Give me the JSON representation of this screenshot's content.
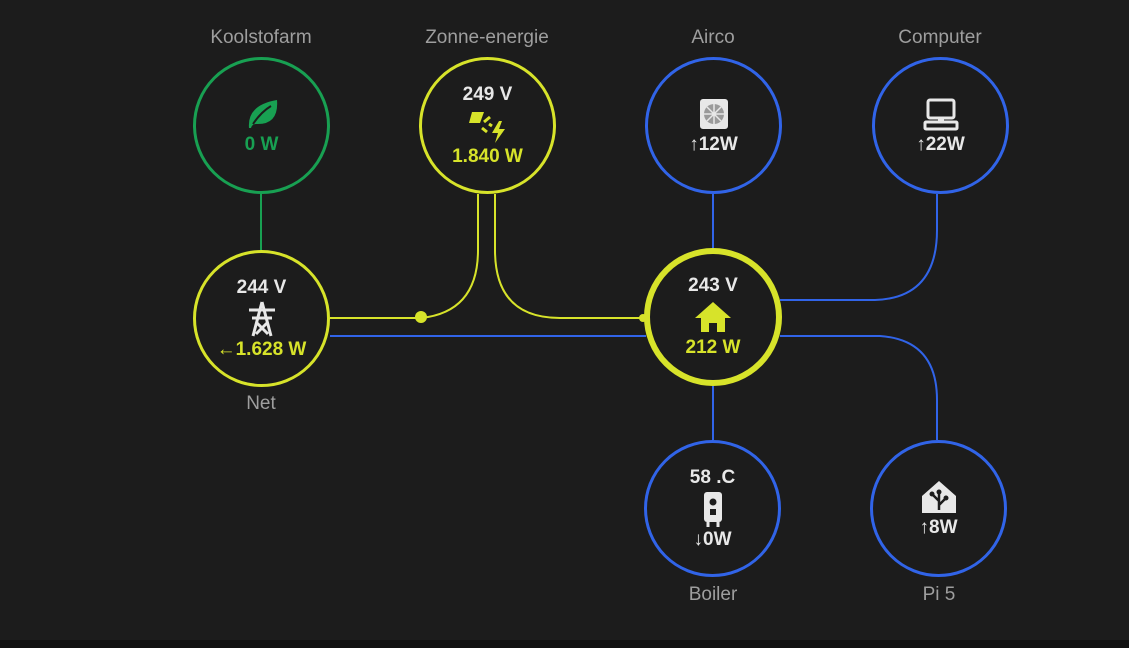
{
  "colors": {
    "background": "#1c1c1c",
    "grid": "#d7e32a",
    "solar": "#d7e32a",
    "low_carbon": "#18a052",
    "individual": "#3164e8",
    "label": "#9e9e9e"
  },
  "nodes": {
    "low_carbon": {
      "label": "Koolstofarm",
      "value": "0 W",
      "icon": "leaf-icon"
    },
    "solar": {
      "label": "Zonne-energie",
      "voltage": "249 V",
      "value": "1.840 W",
      "icon": "solar-power-icon"
    },
    "airco": {
      "label": "Airco",
      "value": "↑12W",
      "icon": "air-conditioner-icon"
    },
    "computer": {
      "label": "Computer",
      "value": "↑22W",
      "icon": "desktop-computer-icon"
    },
    "grid": {
      "label": "Net",
      "voltage": "244 V",
      "value": "←1.628 W",
      "icon": "transmission-tower-icon"
    },
    "home": {
      "voltage": "243 V",
      "value": "212 W",
      "icon": "home-icon"
    },
    "boiler": {
      "label": "Boiler",
      "temperature": "58 .C",
      "value": "↓0W",
      "icon": "water-boiler-icon"
    },
    "pi5": {
      "label": "Pi 5",
      "value": "↑8W",
      "icon": "home-assistant-icon"
    }
  }
}
